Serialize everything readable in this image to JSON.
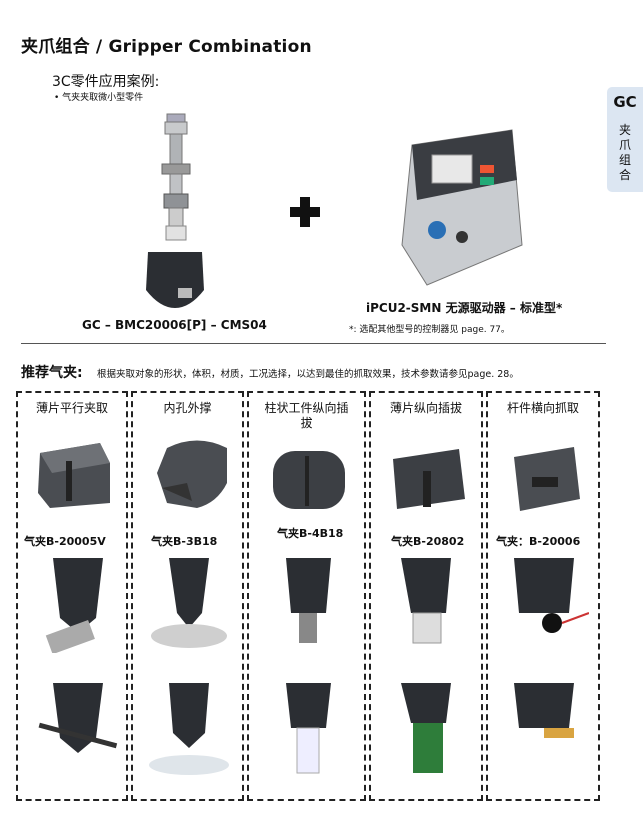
{
  "header": {
    "title": "夹爪组合 / Gripper Combination"
  },
  "case": {
    "title": "3C零件应用案例:",
    "bullet": "•    气夹夹取微小型零件"
  },
  "side_tab": {
    "code": "GC",
    "vertical": [
      "夹",
      "爪",
      "组",
      "合"
    ]
  },
  "combo": {
    "gripper_caption": "GC – BMC20006[P] – CMS04",
    "plus_icon": "plus-icon",
    "driver_caption": "iPCU2-SMN  无源驱动器 – 标准型*",
    "driver_note": "*:  选配其他型号的控制器见 page. 77。"
  },
  "recommend": {
    "title": "推荐气夹:",
    "desc": "根据夹取对象的形状，体积，材质，工况选择，以达到最佳的抓取效果，技术参数请参见page. 28。",
    "columns": [
      {
        "label": "薄片平行夹取",
        "model": "气夹B-20005V"
      },
      {
        "label": "内孔外撑",
        "model": "气夹B-3B18"
      },
      {
        "label": "柱状工件纵向插拔",
        "model": "气夹B-4B18"
      },
      {
        "label": "薄片纵向插拔",
        "model": "气夹B-20802"
      },
      {
        "label": "杆件横向抓取",
        "model": "气夹：B-20006"
      }
    ]
  },
  "colors": {
    "tab_bg": "#dce6f2",
    "gripper_dark": "#2b2e33",
    "metal": "#b9bcc0"
  }
}
